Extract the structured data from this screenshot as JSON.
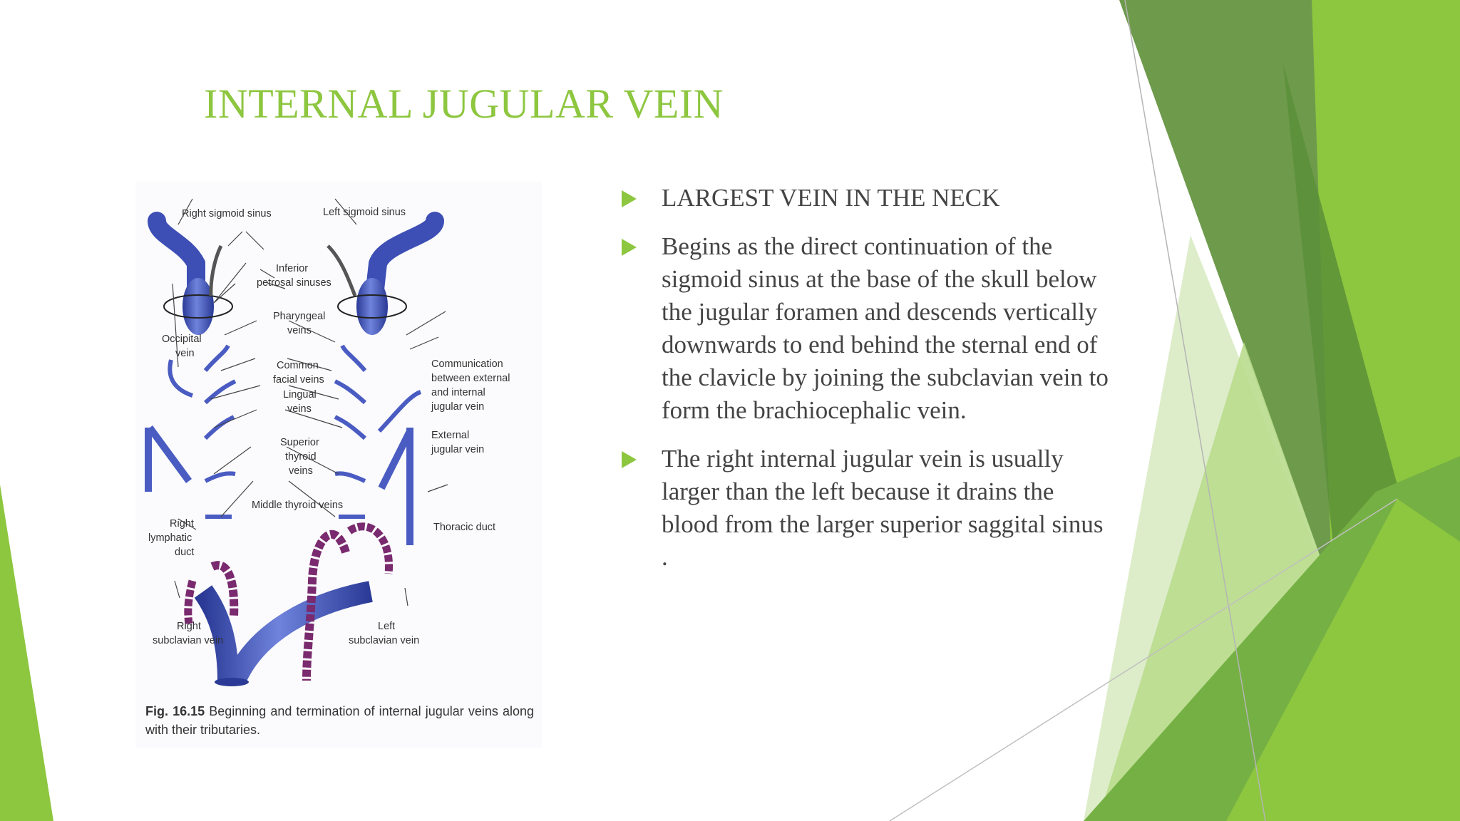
{
  "slide": {
    "title": "INTERNAL JUGULAR VEIN",
    "accent_color": "#8dc63f",
    "bullet_icon": "triangle-right-icon",
    "bullets": [
      "LARGEST VEIN IN THE NECK",
      "Begins as the direct continuation of the sigmoid sinus at the base of the skull below the jugular foramen and descends vertically downwards to end behind the sternal end of the clavicle by joining the subclavian vein to form the brachiocephalic vein.",
      "The right internal jugular vein is usually larger than the left because it drains the blood from the larger superior saggital sinus ."
    ]
  },
  "figure": {
    "labels": {
      "right_sigmoid": "Right sigmoid sinus",
      "left_sigmoid": "Left sigmoid sinus",
      "inferior_1": "Inferior",
      "inferior_2": "petrosal sinuses",
      "pharyngeal_1": "Pharyngeal",
      "pharyngeal_2": "veins",
      "occipital_1": "Occipital",
      "occipital_2": "vein",
      "common_1": "Common",
      "common_2": "facial veins",
      "lingual_1": "Lingual",
      "lingual_2": "veins",
      "communication_1": "Communication",
      "communication_2": "between external",
      "communication_3": "and internal",
      "communication_4": "jugular vein",
      "external_1": "External",
      "external_2": "jugular vein",
      "superior_1": "Superior",
      "superior_2": "thyroid",
      "superior_3": "veins",
      "middle_thyroid": "Middle thyroid veins",
      "right_lymph_1": "Right",
      "right_lymph_2": "lymphatic",
      "right_lymph_3": "duct",
      "thoracic_duct": "Thoracic duct",
      "right_subclavian_1": "Right",
      "right_subclavian_2": "subclavian vein",
      "left_subclavian_1": "Left",
      "left_subclavian_2": "subclavian vein"
    },
    "caption_number": "Fig. 16.15",
    "caption_text": "Beginning and termination of internal jugular veins along with their tributaries.",
    "vein_color": "#3d4fb5",
    "duct_color": "#7a2a6e"
  }
}
